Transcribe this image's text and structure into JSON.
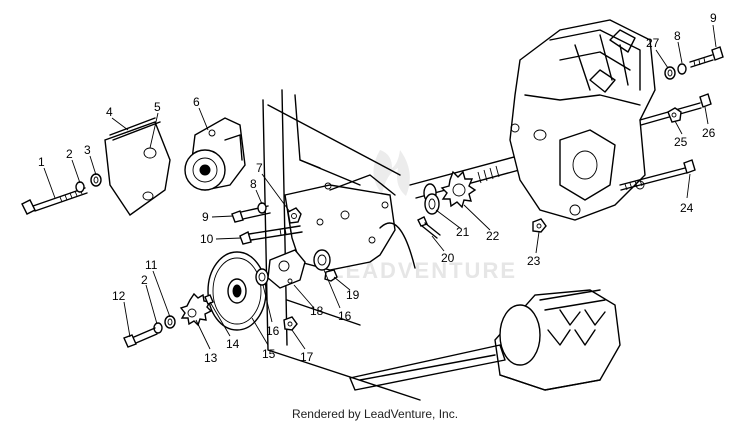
{
  "credit": "Rendered by LeadVenture, Inc.",
  "watermark": "LEADVENTURE",
  "callouts": [
    "1",
    "2",
    "3",
    "4",
    "5",
    "6",
    "7",
    "8",
    "9",
    "10",
    "2",
    "11",
    "12",
    "13",
    "14",
    "15",
    "16",
    "16",
    "17",
    "18",
    "19",
    "20",
    "21",
    "22",
    "23",
    "24",
    "25",
    "26",
    "27",
    "8",
    "9"
  ]
}
